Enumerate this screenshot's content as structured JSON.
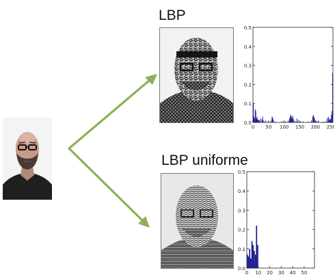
{
  "diagram": {
    "arrow_color": "#8cb156",
    "top_title": "LBP",
    "bottom_title": "LBP uniforme"
  },
  "chart_data": [
    {
      "type": "bar",
      "title": "",
      "xlabel": "",
      "ylabel": "",
      "xlim": [
        0,
        256
      ],
      "ylim": [
        0,
        0.5
      ],
      "xticks": [
        0,
        50,
        100,
        150,
        200,
        250
      ],
      "yticks": [
        0.0,
        0.1,
        0.2,
        0.3,
        0.4,
        0.5
      ],
      "ytick_labels": [
        "0.0",
        "0.1",
        "0.2",
        "0.3",
        "0.4",
        "0.5"
      ],
      "bar_color": "#1a1a8c",
      "series": [
        {
          "x": [
            0,
            2,
            4,
            6,
            8,
            10,
            12,
            14,
            16,
            18,
            20,
            24,
            28,
            30,
            32,
            36,
            40,
            48,
            56,
            60,
            62,
            64,
            70,
            90,
            96,
            104,
            112,
            116,
            118,
            120,
            122,
            124,
            126,
            128,
            132,
            136,
            140,
            144,
            152,
            160,
            176,
            186,
            190,
            192,
            194,
            196,
            200,
            204,
            208,
            224,
            232,
            236,
            240,
            242,
            244,
            246,
            248,
            250,
            252,
            254
          ],
          "values": [
            0.1,
            0.03,
            0.02,
            0.07,
            0.06,
            0.02,
            0.03,
            0.015,
            0.01,
            0.015,
            0.01,
            0.02,
            0.015,
            0.03,
            0.01,
            0.005,
            0.01,
            0.005,
            0.01,
            0.03,
            0.025,
            0.015,
            0.005,
            0.005,
            0.005,
            0.005,
            0.01,
            0.02,
            0.03,
            0.04,
            0.03,
            0.02,
            0.035,
            0.02,
            0.01,
            0.005,
            0.02,
            0.01,
            0.005,
            0.005,
            0.005,
            0.01,
            0.03,
            0.04,
            0.03,
            0.02,
            0.01,
            0.005,
            0.01,
            0.005,
            0.005,
            0.02,
            0.03,
            0.02,
            0.015,
            0.01,
            0.02,
            0.04,
            0.06,
            0.26
          ]
        }
      ]
    },
    {
      "type": "bar",
      "title": "",
      "xlabel": "",
      "ylabel": "",
      "xlim": [
        0,
        59
      ],
      "ylim": [
        0,
        0.5
      ],
      "xticks": [
        0,
        10,
        20,
        30,
        40,
        50
      ],
      "yticks": [
        0.0,
        0.1,
        0.2,
        0.3,
        0.4,
        0.5
      ],
      "ytick_labels": [
        "0.0",
        "0.1",
        "0.2",
        "0.3",
        "0.4",
        "0.5"
      ],
      "bar_color": "#1a1a8c",
      "series": [
        {
          "x": [
            0,
            1,
            2,
            3,
            4,
            5,
            6,
            7,
            8,
            9
          ],
          "values": [
            0.07,
            0.06,
            0.1,
            0.05,
            0.14,
            0.12,
            0.09,
            0.07,
            0.22,
            0.12
          ]
        }
      ]
    }
  ]
}
